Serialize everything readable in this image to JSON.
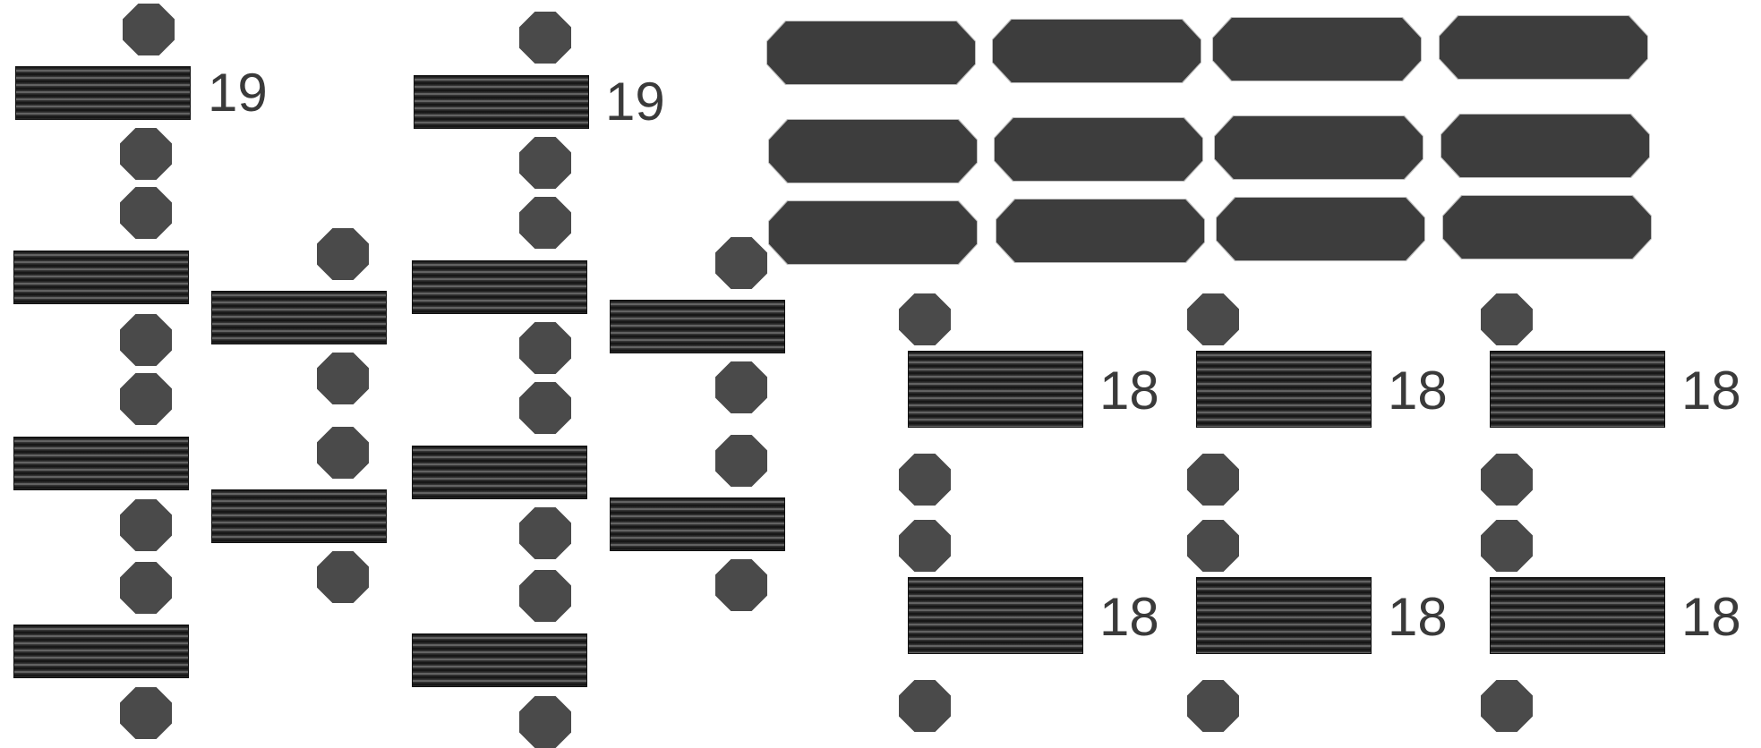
{
  "labels": {
    "count_a": "19",
    "count_b": "19",
    "count_c1": "18",
    "count_c2": "18",
    "count_c3": "18",
    "count_c4": "18",
    "count_c5": "18",
    "count_c6": "18"
  },
  "colors": {
    "background": "#ffffff",
    "octagon": "#4a4a4a",
    "pill": "#3d3d3d",
    "label": "#3a3a3a"
  }
}
